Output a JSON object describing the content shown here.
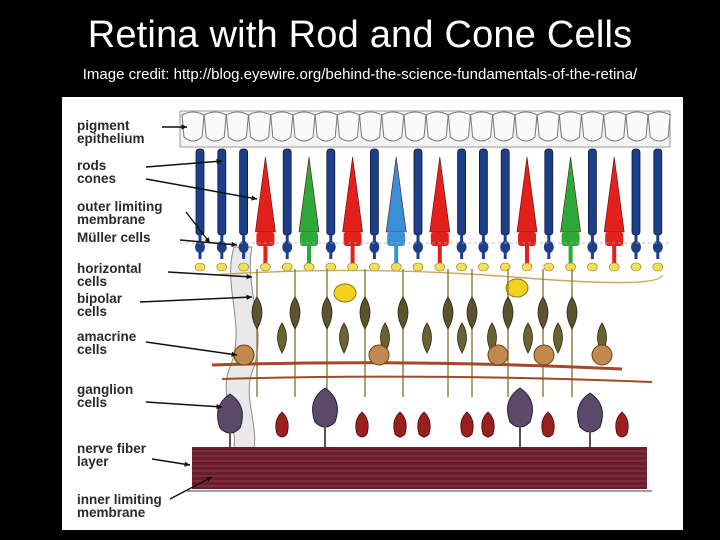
{
  "slide": {
    "title": "Retina with Rod and Cone Cells",
    "credit": "Image credit: http://blog.eyewire.org/behind-the-science-fundamentals-of-the-retina/"
  },
  "labels": {
    "pigment_epithelium": "pigment\nepithelium",
    "rods_cones": "rods\ncones",
    "outer_limiting_membrane": "outer limiting\nmembrane",
    "muller_cells": "Müller cells",
    "horizontal_cells": "horizontal\ncells",
    "bipolar_cells": "bipolar\ncells",
    "amacrine_cells": "amacrine\ncells",
    "ganglion_cells": "ganglion\ncells",
    "nerve_fiber_layer": "nerve fiber\nlayer",
    "inner_limiting_membrane": "inner limiting\nmembrane"
  },
  "colors": {
    "rod": "#1d3f8a",
    "red_cone": "#e3201b",
    "green_cone": "#2fa83a",
    "blue_cone": "#3a8fd6",
    "horizontal_cell": "#f2d21a",
    "bipolar_cell": "#5a5230",
    "amacrine_cell": "#c08a4e",
    "ganglion_cell": "#5c4a6a",
    "ganglion_red": "#9a1f1f",
    "nerve_fiber": "#6a1d2a"
  },
  "diagram": {
    "photoreceptor_sequence": [
      "rod",
      "rod",
      "rod",
      "red",
      "rod",
      "green",
      "rod",
      "red",
      "rod",
      "blue",
      "rod",
      "red",
      "rod",
      "rod",
      "rod",
      "red",
      "rod",
      "green",
      "rod",
      "red",
      "rod",
      "rod"
    ]
  }
}
